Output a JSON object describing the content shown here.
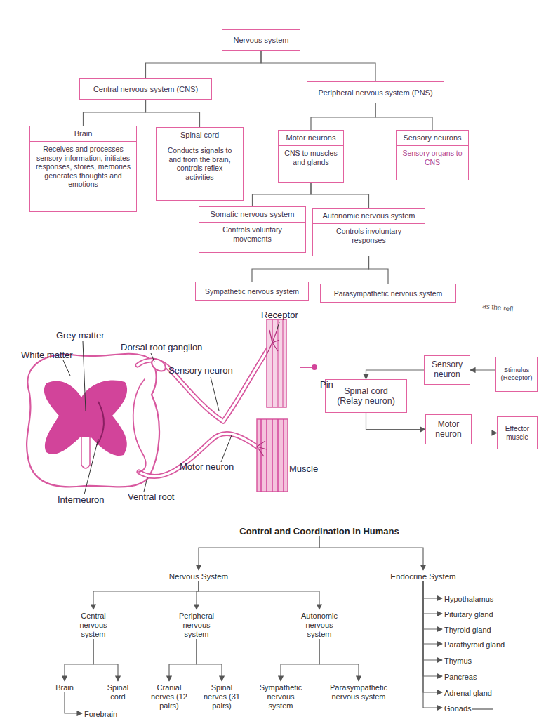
{
  "diagram": {
    "nodes": [
      {
        "text": [
          "Nervous system"
        ]
      },
      {
        "text": [
          "Central nervous system (CNS)"
        ]
      },
      {
        "text": [
          "Peripheral nervous system (PNS)"
        ]
      },
      {
        "text": [
          "Brain",
          "Receives and processes sensory information, initiates responses, stores, memories generates thoughts and emotions"
        ]
      },
      {
        "text": [
          "Spinal cord",
          "Conducts signals to and from the brain, controls reflex activities"
        ]
      },
      {
        "text": [
          "Motor neurons",
          "CNS to muscles and glands"
        ]
      },
      {
        "text": [
          "Sensory neurons",
          "Sensory organs to CNS"
        ]
      },
      {
        "text": [
          "Somatic nervous system",
          "Controls voluntary movements"
        ]
      },
      {
        "text": [
          "Autonomic nervous system",
          "Controls involuntary responses"
        ]
      },
      {
        "text": [
          "Sympathetic nervous system"
        ]
      },
      {
        "text": [
          "Parasympathetic nervous system"
        ]
      },
      {
        "text": [
          "Sensory neuron"
        ]
      },
      {
        "text": [
          "Stimulus (Receptor)"
        ]
      },
      {
        "text": [
          "Spinal cord (Relay neuron)"
        ]
      },
      {
        "text": [
          "Motor neuron"
        ]
      },
      {
        "text": [
          "Effector muscle"
        ]
      },
      {
        "text": [
          "Control and Coordination in Humans"
        ]
      },
      {
        "text": [
          "Nervous System"
        ]
      },
      {
        "text": [
          "Endocrine System"
        ]
      },
      {
        "text": [
          "Central nervous system"
        ]
      },
      {
        "text": [
          "Peripheral nervous system"
        ]
      },
      {
        "text": [
          "Autonomic nervous system"
        ]
      },
      {
        "text": [
          "Brain"
        ]
      },
      {
        "text": [
          "Spinal cord"
        ]
      },
      {
        "text": [
          "Cranial nerves (12 pairs)"
        ]
      },
      {
        "text": [
          "Spinal nerves (31 pairs)"
        ]
      },
      {
        "text": [
          "Sympathetic nervous system"
        ]
      },
      {
        "text": [
          "Parasympathetic nervous system"
        ]
      },
      {
        "text": [
          "Forebrain-"
        ]
      },
      {
        "text": [
          "Hypothalamus"
        ]
      },
      {
        "text": [
          "Pituitary gland"
        ]
      },
      {
        "text": [
          "Thyroid gland"
        ]
      },
      {
        "text": [
          "Parathyroid gland"
        ]
      },
      {
        "text": [
          "Thymus"
        ]
      },
      {
        "text": [
          "Pancreas"
        ]
      },
      {
        "text": [
          "Adrenal gland"
        ]
      },
      {
        "text": [
          "Gonads"
        ]
      }
    ],
    "edges": [
      {
        "from": 0,
        "to": 1,
        "arrow": "none"
      },
      {
        "from": 0,
        "to": 2,
        "arrow": "none"
      },
      {
        "from": 1,
        "to": 3,
        "arrow": "none"
      },
      {
        "from": 1,
        "to": 4,
        "arrow": "none"
      },
      {
        "from": 2,
        "to": 5,
        "arrow": "none"
      },
      {
        "from": 2,
        "to": 6,
        "arrow": "none"
      },
      {
        "from": 5,
        "to": 7,
        "arrow": "none"
      },
      {
        "from": 5,
        "to": 8,
        "arrow": "none"
      },
      {
        "from": 8,
        "to": 9,
        "arrow": "none"
      },
      {
        "from": 8,
        "to": 10,
        "arrow": "none"
      },
      {
        "from": 12,
        "to": 11,
        "arrow": "to"
      },
      {
        "from": 11,
        "to": 13,
        "arrow": "to"
      },
      {
        "from": 13,
        "to": 14,
        "arrow": "to"
      },
      {
        "from": 14,
        "to": 15,
        "arrow": "to"
      },
      {
        "from": 16,
        "to": 17,
        "arrow": "to"
      },
      {
        "from": 16,
        "to": 18,
        "arrow": "to"
      },
      {
        "from": 17,
        "to": 19,
        "arrow": "to"
      },
      {
        "from": 17,
        "to": 20,
        "arrow": "to"
      },
      {
        "from": 17,
        "to": 21,
        "arrow": "to"
      },
      {
        "from": 19,
        "to": 22,
        "arrow": "to"
      },
      {
        "from": 19,
        "to": 23,
        "arrow": "to"
      },
      {
        "from": 20,
        "to": 24,
        "arrow": "to"
      },
      {
        "from": 20,
        "to": 25,
        "arrow": "to"
      },
      {
        "from": 21,
        "to": 26,
        "arrow": "to"
      },
      {
        "from": 21,
        "to": 27,
        "arrow": "to"
      },
      {
        "from": 22,
        "to": 28,
        "arrow": "to"
      },
      {
        "from": 18,
        "to": 29,
        "arrow": "to"
      },
      {
        "from": 18,
        "to": 30,
        "arrow": "to"
      },
      {
        "from": 18,
        "to": 31,
        "arrow": "to"
      },
      {
        "from": 18,
        "to": 32,
        "arrow": "to"
      },
      {
        "from": 18,
        "to": 33,
        "arrow": "to"
      },
      {
        "from": 18,
        "to": 34,
        "arrow": "to"
      },
      {
        "from": 18,
        "to": 35,
        "arrow": "to"
      },
      {
        "from": 18,
        "to": 36,
        "arrow": "to"
      }
    ],
    "labels": [
      "as the refl",
      "Receptor",
      "Grey matter",
      "Dorsal root ganglion",
      "White matter",
      "Sensory neuron",
      "Pin",
      "Motor neuron",
      "Muscle",
      "Ventral root",
      "Interneuron"
    ]
  }
}
